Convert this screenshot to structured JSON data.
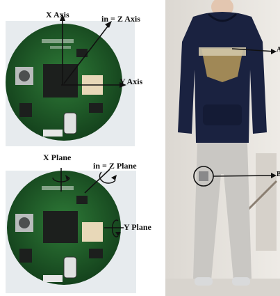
{
  "top_panel": {
    "labels": {
      "x_axis": "X Axis",
      "z_axis": "in = Z Axis",
      "y_axis": "Y Axis"
    }
  },
  "bottom_panel": {
    "labels": {
      "x_plane": "X Plane",
      "z_plane": "in = Z Plane",
      "y_plane": "Y Plane"
    }
  },
  "right_panel": {
    "labels": {
      "upper_marker": "A",
      "lower_marker": "B"
    }
  },
  "colors": {
    "pcb_green": "#1f5a2a",
    "hoodie_navy": "#1a2240",
    "pants_gray": "#c9c7c3",
    "wall": "#e6e3de"
  }
}
